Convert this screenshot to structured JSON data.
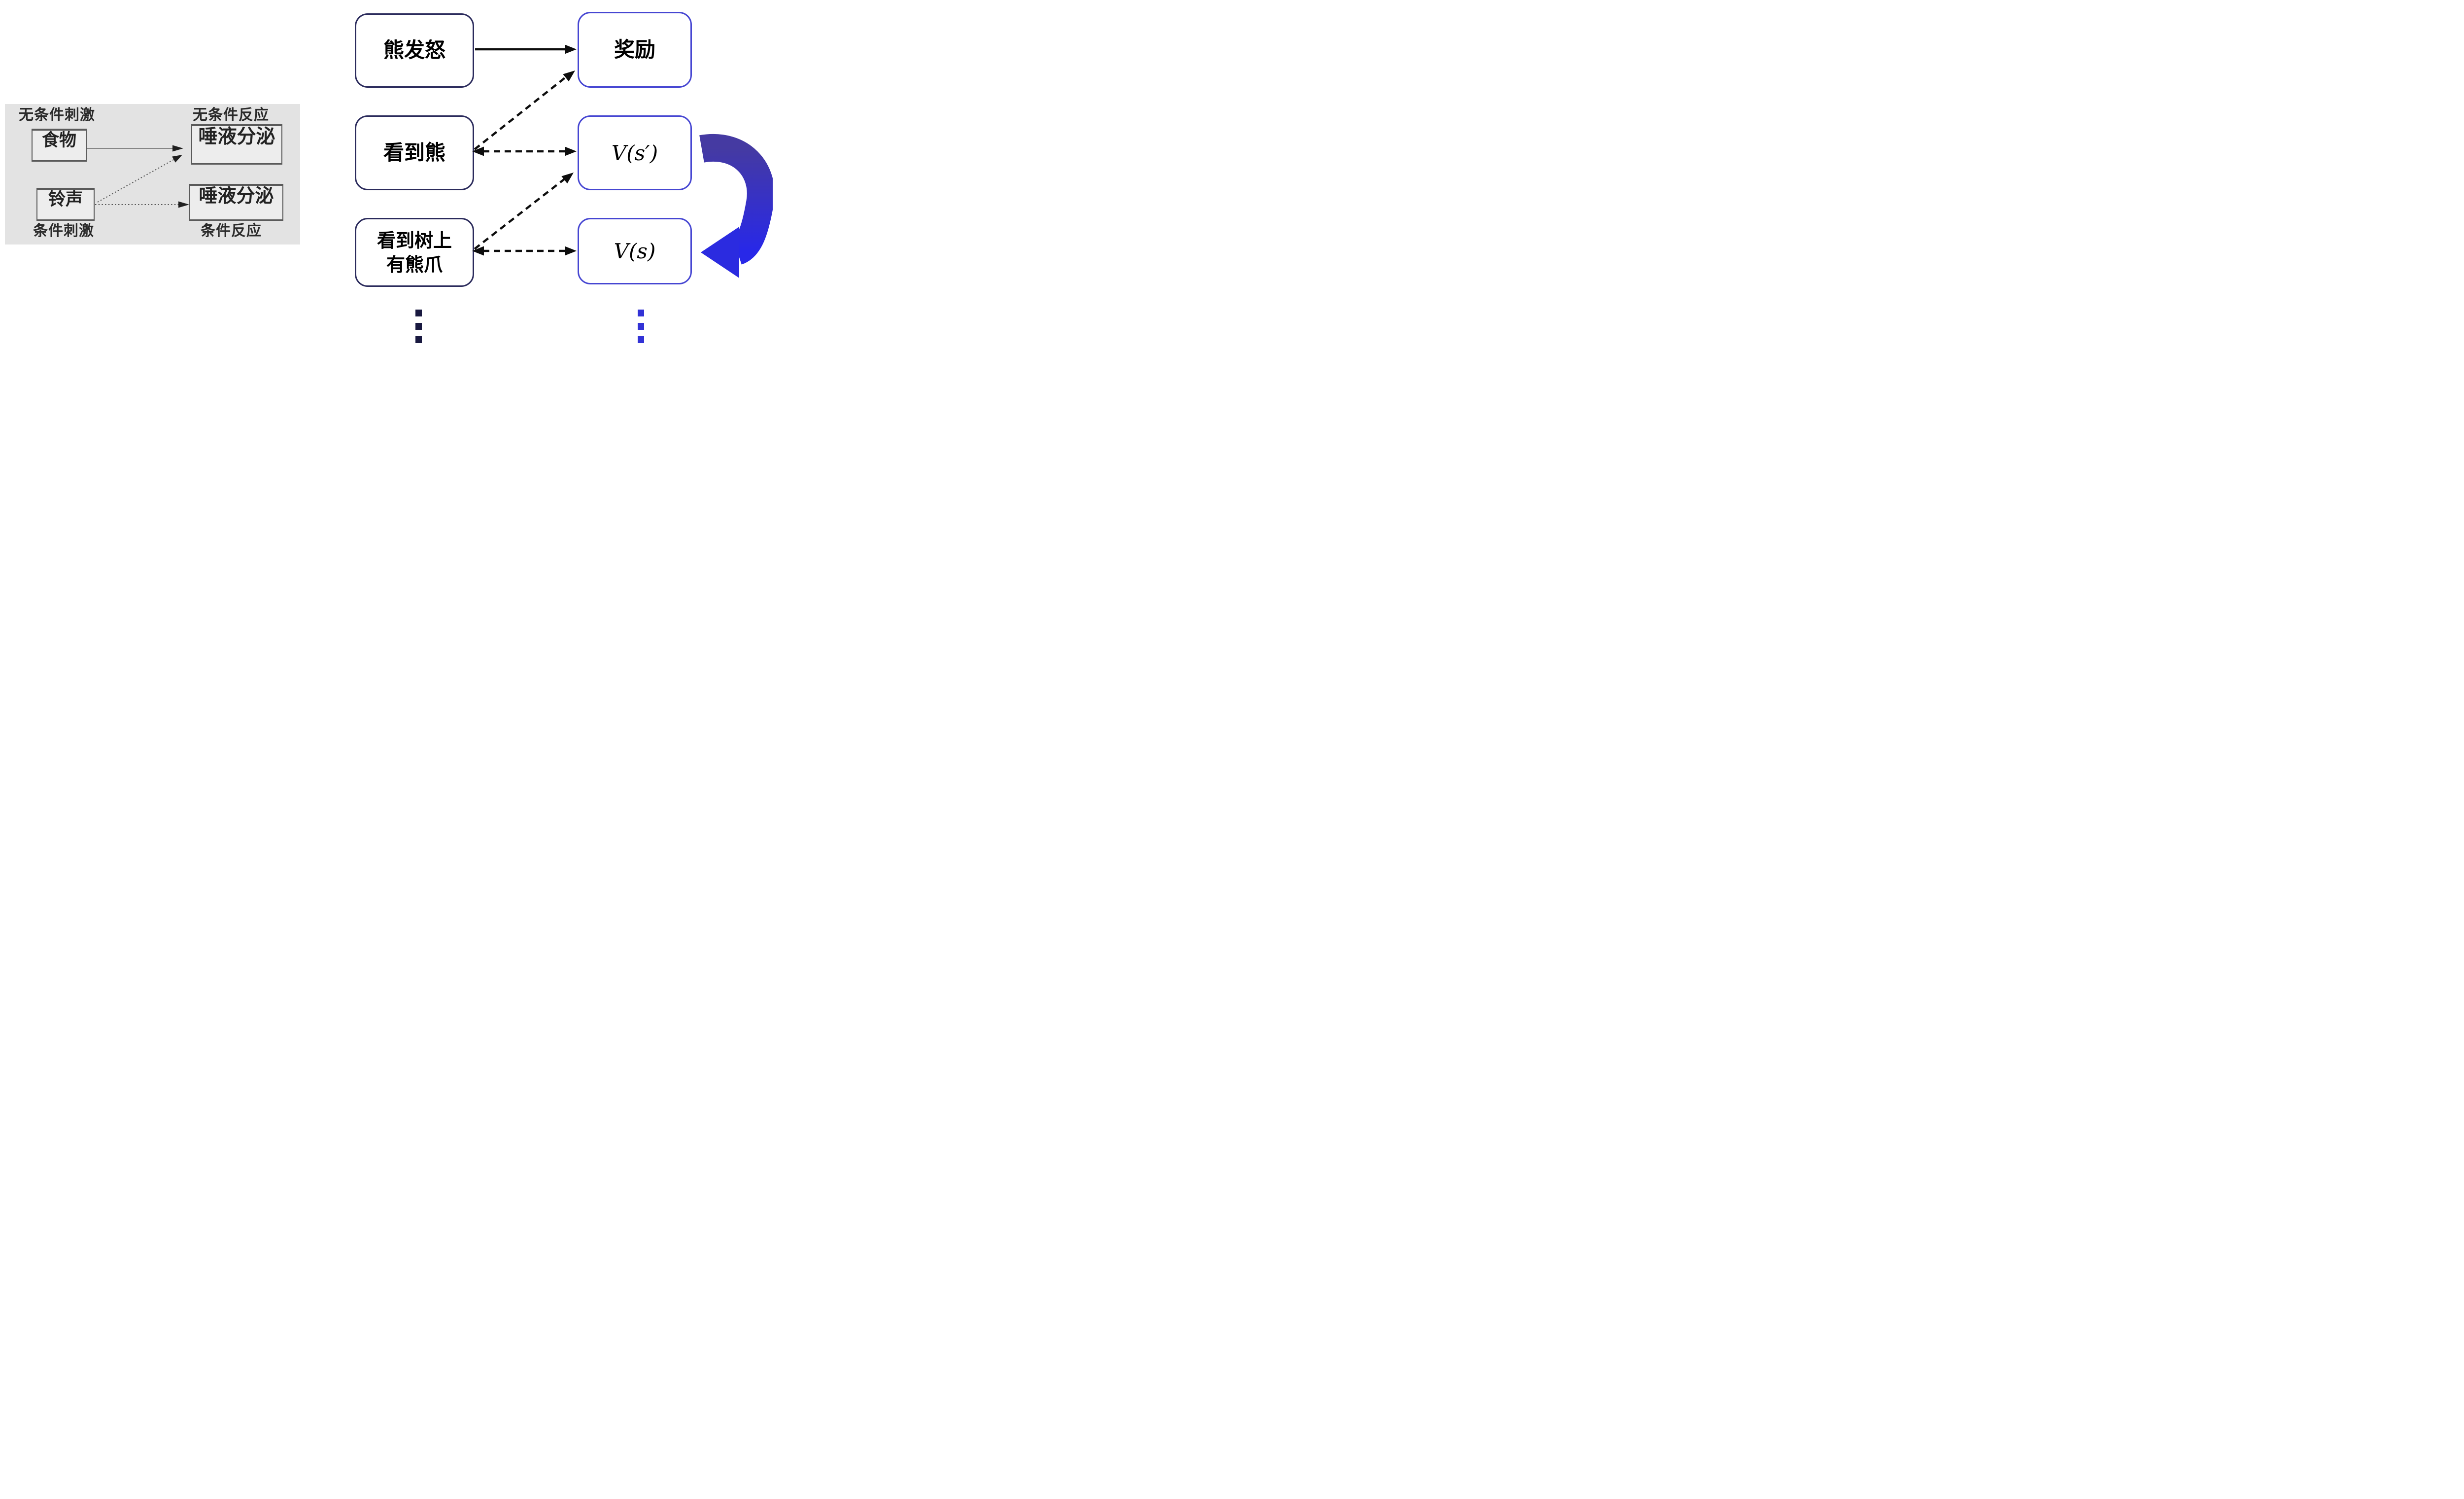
{
  "left_panel": {
    "labels": {
      "unconditioned_stimulus": "无条件刺激",
      "unconditioned_response": "无条件反应",
      "conditioned_stimulus": "条件刺激",
      "conditioned_response": "条件反应"
    },
    "boxes": {
      "food": "食物",
      "salivation_top": "唾液分泌",
      "bell": "铃声",
      "salivation_bottom": "唾液分泌"
    }
  },
  "right_diagram": {
    "boxes": {
      "bear_rage": "熊发怒",
      "reward": "奖励",
      "see_bear": "看到熊",
      "value_next_state": "V(s′)",
      "see_claws_line1": "看到树上",
      "see_claws_line2": "有熊爪",
      "value_state": "V(s)"
    },
    "icons": {
      "curved_arrow": "curved-ribbon-arrow",
      "left_ellipsis": "vertical-ellipsis",
      "right_ellipsis": "vertical-ellipsis"
    }
  },
  "colors": {
    "panel_bg": "#e3e3e3",
    "state_border": "#2b2b5c",
    "value_border": "#4646d2",
    "arrow_black": "#0d0d0d",
    "dot_left": "#191940",
    "dot_right": "#3232d6",
    "ribbon_top": "#453aa2",
    "ribbon_bottom": "#2828e8"
  }
}
